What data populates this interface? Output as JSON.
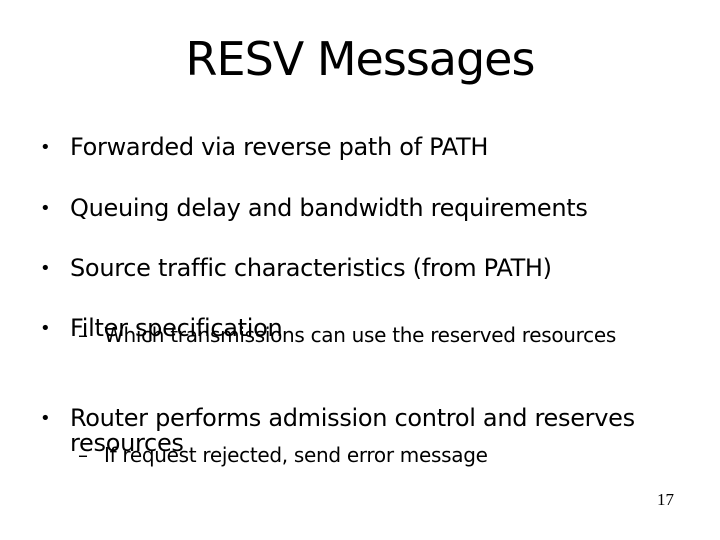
{
  "slide": {
    "title": "RESV Messages",
    "bullet_char": "•",
    "sub_bullet_char": "–",
    "bullets": [
      {
        "text": "Forwarded via reverse path of PATH"
      },
      {
        "text": "Queuing delay and bandwidth requirements"
      },
      {
        "text": "Source traffic characteristics (from PATH)"
      },
      {
        "text": "Filter specification",
        "sub": "Which transmissions can use the reserved resources"
      },
      {
        "text": "Router performs admission control and reserves\nresources",
        "sub": "If request rejected, send error message"
      }
    ],
    "page_number": "17",
    "colors": {
      "background": "#ffffff",
      "text": "#000000"
    }
  }
}
